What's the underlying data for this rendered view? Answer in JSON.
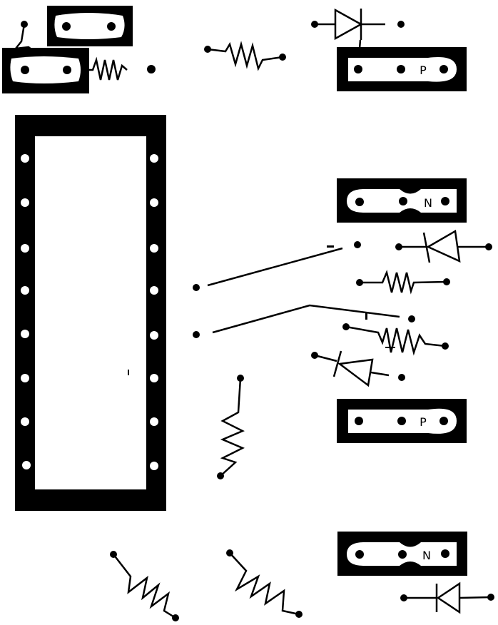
{
  "diagram": {
    "background": "#ffffff",
    "ink": "#000000",
    "pad_fill": "#ffffff",
    "component_labels": {
      "transistor_top": "P",
      "transistor_upper_mid": "N",
      "transistor_lower_mid": "P",
      "transistor_bottom": "N"
    }
  }
}
